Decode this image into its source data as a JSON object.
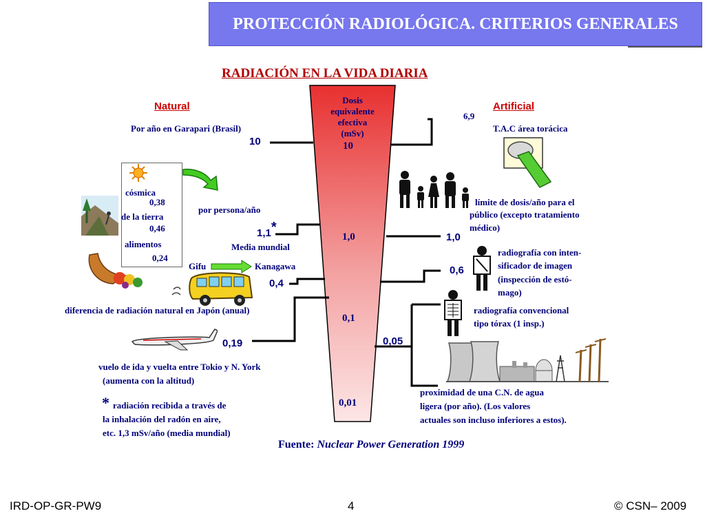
{
  "header": {
    "title": "PROTECCIÓN RADIOLÓGICA. CRITERIOS GENERALES"
  },
  "subtitle": "RADIACIÓN EN LA VIDA DIARIA",
  "scale": {
    "caption": [
      "Dosis",
      "equivalente",
      "efectiva",
      "(mSv)"
    ],
    "ticks": [
      "10",
      "1,0",
      "0,1",
      "0,01"
    ]
  },
  "natural": {
    "heading": "Natural",
    "garapari": "Por año en Garapari (Brasil)",
    "garapari_value": "10",
    "box": {
      "cosmica_label": "cósmica",
      "cosmica_value": "0,38",
      "tierra_label": "de la tierra",
      "tierra_value": "0,46",
      "alimentos_label": "alimentos",
      "alimentos_value": "0,24"
    },
    "per_person": "por persona/año",
    "world_avg_value": "1,1",
    "world_avg_mark": "*",
    "world_avg": "Media mundial",
    "gifu": "Gifu",
    "kanagawa": "Kanagawa",
    "japan_value": "0,4",
    "japan_diff": "diferencia de radiación natural en Japón (anual)",
    "flight_value": "0,19",
    "flight_line1": "vuelo de ida y vuelta entre Tokio y N. York",
    "flight_line2": "(aumenta con la altitud)",
    "note_mark": "*",
    "note_line1": "radiación recibida a través de",
    "note_line2": "la inhalación del radón en aire,",
    "note_line3": "etc. 1,3 mSv/año (media mundial)"
  },
  "artificial": {
    "heading": "Artificial",
    "tac_value": "6,9",
    "tac": "T.A.C área torácica",
    "limit_line1": "límite de dosis/año para el",
    "limit_line2": "público (excepto tratamiento",
    "limit_line3": "médico)",
    "limit_value": "1,0",
    "xray_int_value": "0,6",
    "xray_int_line1": "radiografía con inten-",
    "xray_int_line2": "sificador de imagen",
    "xray_int_line3": "(inspección de estó-",
    "xray_int_line4": "mago)",
    "xray_conv_line1": "radiografía convencional",
    "xray_conv_line2": "tipo tórax (1 insp.)",
    "npp_value": "0,05",
    "npp_line1": "proximidad de una C.N. de agua",
    "npp_line2": "ligera (por año). (Los valores",
    "npp_line3": "actuales son incluso inferiores a estos)."
  },
  "source": {
    "label": "Fuente:",
    "title": "Nuclear Power Generation 1999"
  },
  "footer": {
    "left": "IRD-OP-GR-PW9",
    "center": "4",
    "right": "© CSN– 2009"
  }
}
